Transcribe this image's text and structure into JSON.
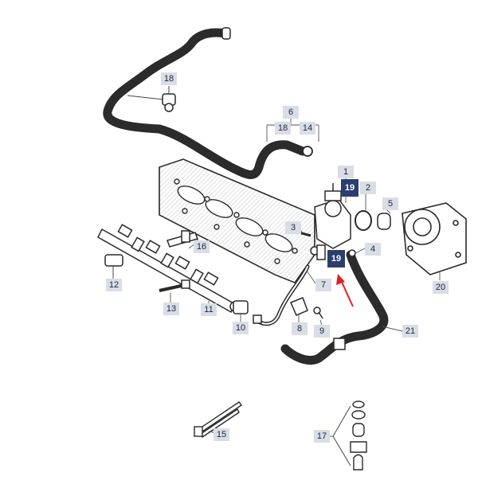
{
  "labels": {
    "l1": "1",
    "l2": "2",
    "l3": "3",
    "l4": "4",
    "l5": "5",
    "l6": "6",
    "l7": "7",
    "l8": "8",
    "l9": "9",
    "l10": "10",
    "l11": "11",
    "l12": "12",
    "l13": "13",
    "l14": "14",
    "l15": "15",
    "l16": "16",
    "l17": "17",
    "l18a": "18",
    "l18b": "18",
    "l19a": "19",
    "l19b": "19",
    "l20": "20",
    "l21": "21"
  },
  "colors": {
    "stroke": "#2a2a2a",
    "label_bg": "#d9dde6",
    "highlight_bg": "#2b3f6e",
    "arrow": "#e02020"
  }
}
